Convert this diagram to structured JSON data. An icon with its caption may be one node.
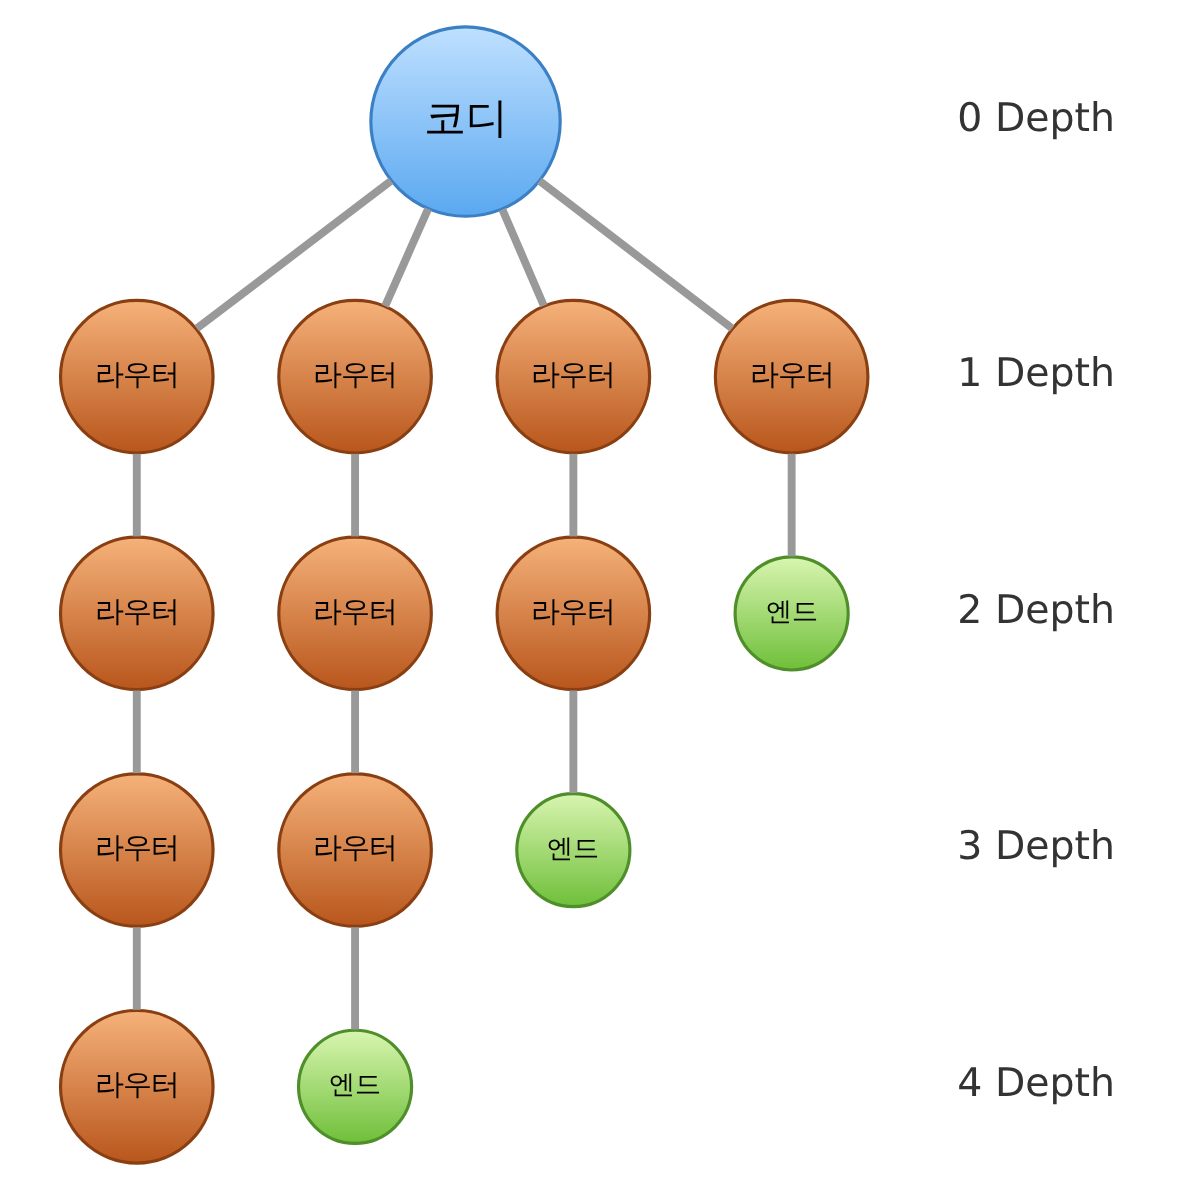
{
  "diagram": {
    "nodes": [
      {
        "text": [
          "코디"
        ]
      },
      {
        "text": [
          "라우터"
        ]
      },
      {
        "text": [
          "라우터"
        ]
      },
      {
        "text": [
          "라우터"
        ]
      },
      {
        "text": [
          "라우터"
        ]
      },
      {
        "text": [
          "라우터"
        ]
      },
      {
        "text": [
          "라우터"
        ]
      },
      {
        "text": [
          "라우터"
        ]
      },
      {
        "text": [
          "엔드"
        ]
      },
      {
        "text": [
          "라우터"
        ]
      },
      {
        "text": [
          "라우터"
        ]
      },
      {
        "text": [
          "엔드"
        ]
      },
      {
        "text": [
          "라우터"
        ]
      },
      {
        "text": [
          "엔드"
        ]
      }
    ],
    "edges": [
      {
        "from": 0,
        "to": 1,
        "arrow": "none"
      },
      {
        "from": 0,
        "to": 2,
        "arrow": "none"
      },
      {
        "from": 0,
        "to": 3,
        "arrow": "none"
      },
      {
        "from": 0,
        "to": 4,
        "arrow": "none"
      },
      {
        "from": 1,
        "to": 5,
        "arrow": "none"
      },
      {
        "from": 2,
        "to": 6,
        "arrow": "none"
      },
      {
        "from": 3,
        "to": 7,
        "arrow": "none"
      },
      {
        "from": 4,
        "to": 8,
        "arrow": "none"
      },
      {
        "from": 5,
        "to": 9,
        "arrow": "none"
      },
      {
        "from": 6,
        "to": 10,
        "arrow": "none"
      },
      {
        "from": 7,
        "to": 11,
        "arrow": "none"
      },
      {
        "from": 9,
        "to": 12,
        "arrow": "none"
      },
      {
        "from": 10,
        "to": 13,
        "arrow": "none"
      }
    ],
    "labels": [
      "0 Depth",
      "1 Depth",
      "2 Depth",
      "3 Depth",
      "4 Depth"
    ]
  }
}
